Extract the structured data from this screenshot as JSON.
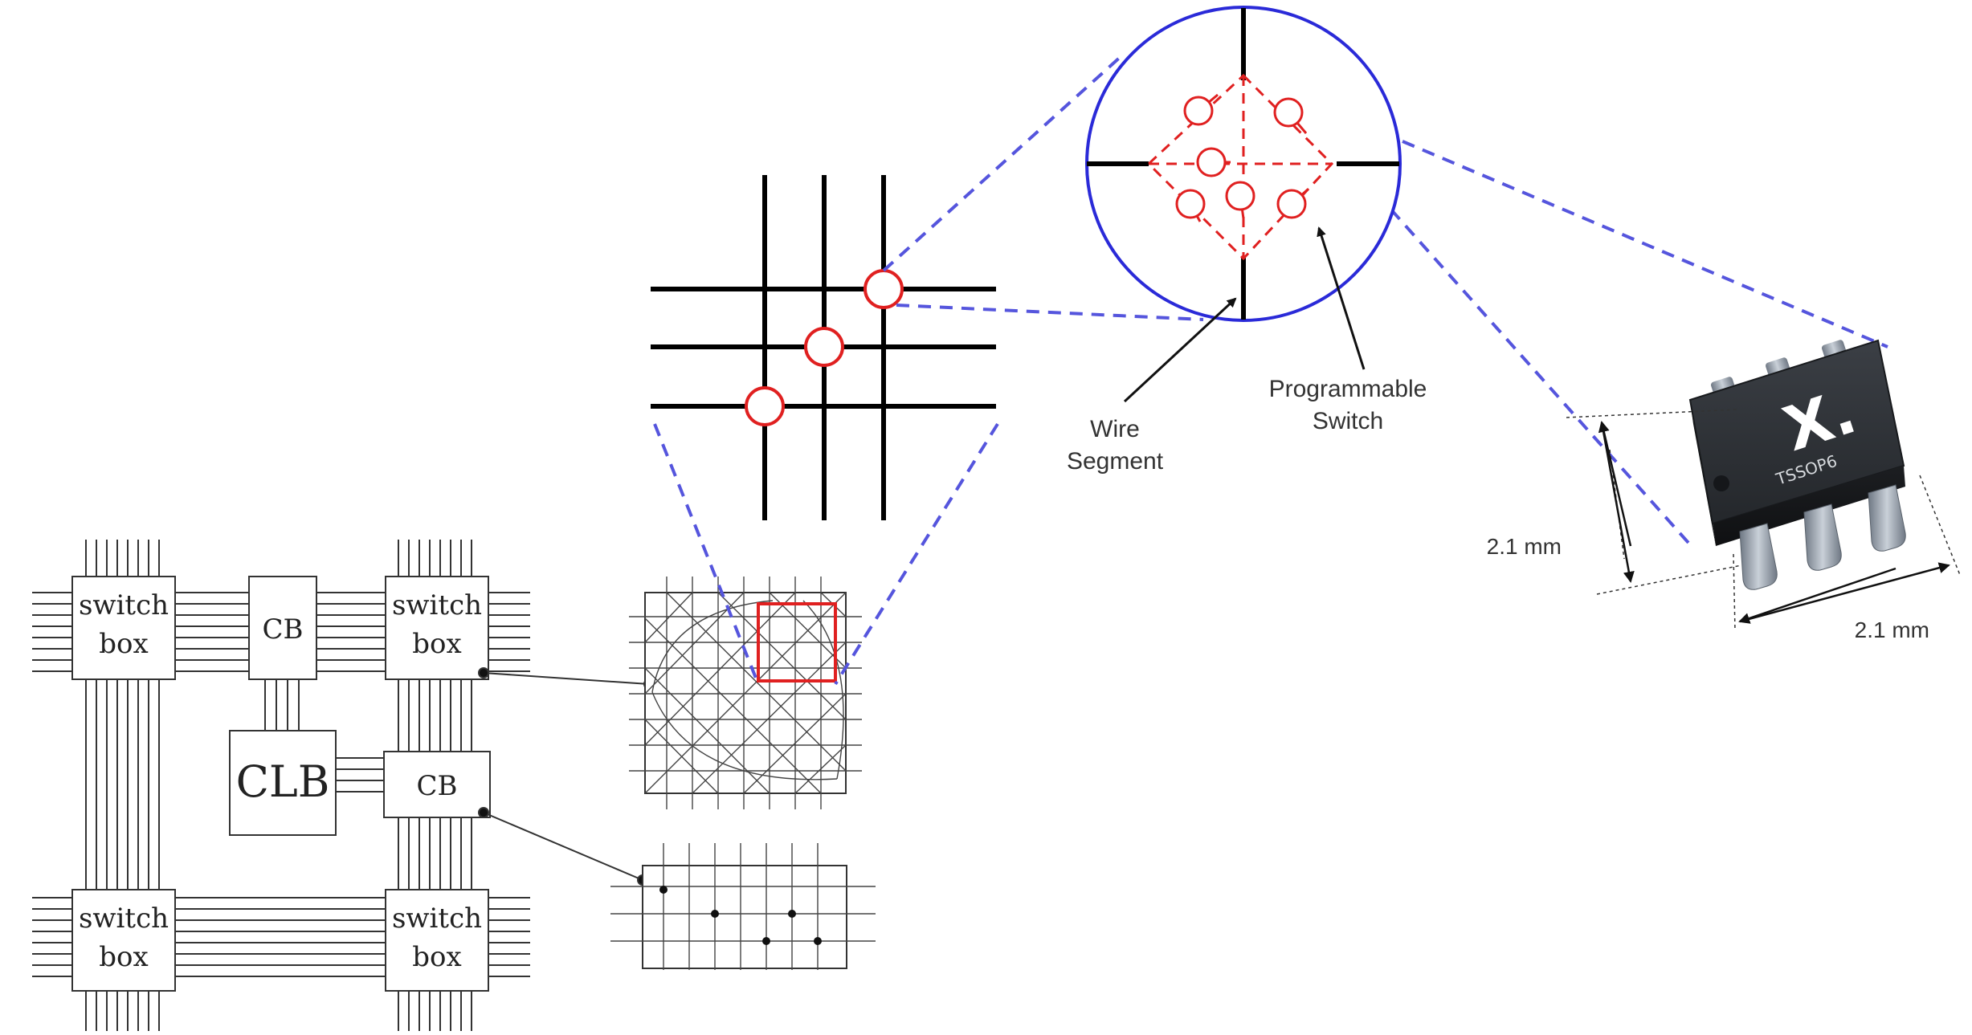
{
  "fpga": {
    "switch_box_label_line1": "switch",
    "switch_box_label_line2": "box",
    "connection_block_label": "CB",
    "logic_block_label": "CLB"
  },
  "zoom": {
    "wire_segment_label_line1": "Wire",
    "wire_segment_label_line2": "Segment",
    "programmable_switch_label_line1": "Programmable",
    "programmable_switch_label_line2": "Switch"
  },
  "chip": {
    "package_name": "TSSOP6",
    "logo_text": "X.",
    "height_dimension": "2.1 mm",
    "width_dimension": "2.1 mm"
  },
  "colors": {
    "switch_marker": "#e02020",
    "zoom_lines": "#5555dd",
    "zoom_circle": "#2a2ad8",
    "chip_body": "#2b2e33",
    "leads": "#8e98a3"
  }
}
